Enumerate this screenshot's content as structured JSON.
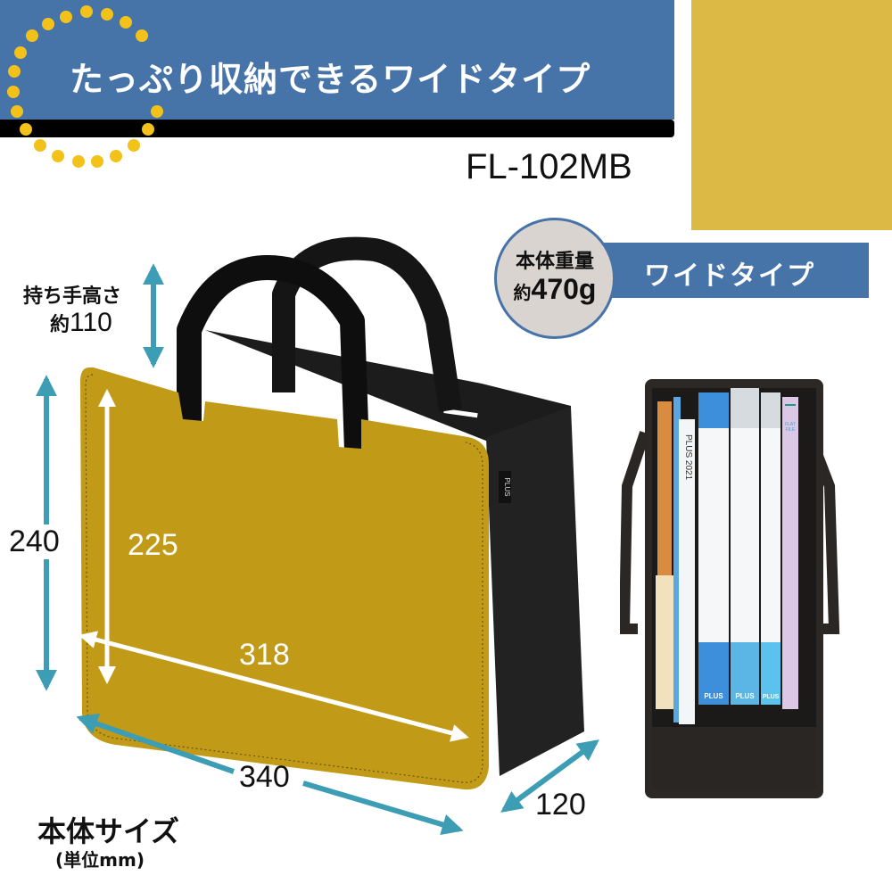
{
  "header": {
    "title": "たっぷり収納できるワイドタイプ",
    "model": "FL-102MB"
  },
  "color_swatch": {
    "color_hex": "#dbb944"
  },
  "weight_badge": {
    "label": "本体重量",
    "prefix": "約",
    "value": "470g"
  },
  "type_tag": {
    "label": "ワイドタイプ"
  },
  "dimensions": {
    "handle_height_label": "持ち手高さ",
    "handle_height_prefix": "約",
    "handle_height_value": "110",
    "outer_height": "240",
    "inner_height": "225",
    "inner_width": "318",
    "outer_width": "340",
    "depth": "120"
  },
  "size_caption": {
    "title": "本体サイズ",
    "unit": "(単位mm)"
  },
  "product_photo": {
    "brand_tag": "PLUS",
    "file_spines": [
      "PLUS 2021",
      "PLUS",
      "PLUS",
      "PLUS",
      "FLAT FILE"
    ]
  },
  "colors": {
    "banner_blue": "#4673a8",
    "dot_yellow": "#f2c21a",
    "bag_mustard": "#c19a18",
    "arrow_teal": "#3c9db5"
  }
}
